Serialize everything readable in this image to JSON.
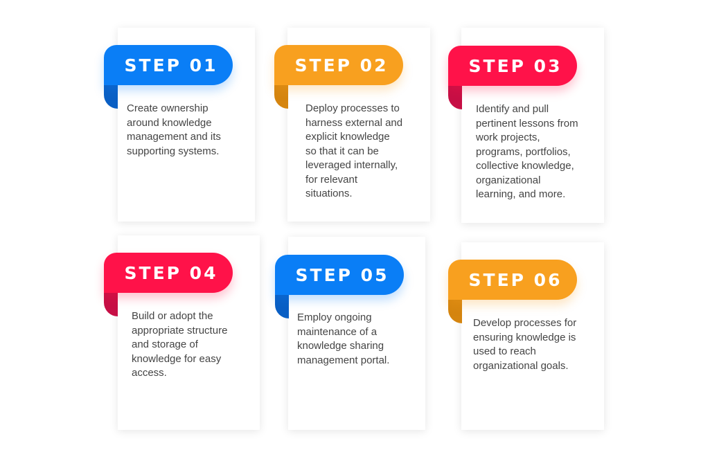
{
  "colors": {
    "blue": "#0a7ef6",
    "orange": "#f8a01f",
    "red": "#ff1249"
  },
  "steps": [
    {
      "label": "STEP 01",
      "text": "Create ownership\naround knowledge\nmanagement and its\nsupporting systems."
    },
    {
      "label": "STEP 02",
      "text": "Deploy processes to\nharness external and\nexplicit knowledge\nso that it can be\nleveraged internally,\nfor relevant\nsituations."
    },
    {
      "label": "STEP 03",
      "text": "Identify and pull\npertinent lessons from\nwork projects,\nprograms, portfolios,\ncollective knowledge,\norganizational\nlearning, and more."
    },
    {
      "label": "STEP 04",
      "text": "Build or adopt the\nappropriate structure\nand storage of\nknowledge for easy\naccess."
    },
    {
      "label": "STEP 05",
      "text": "Employ ongoing\nmaintenance of a\nknowledge sharing\nmanagement portal."
    },
    {
      "label": "STEP 06",
      "text": "Develop processes for\nensuring knowledge is\nused to reach\norganizational goals."
    }
  ]
}
